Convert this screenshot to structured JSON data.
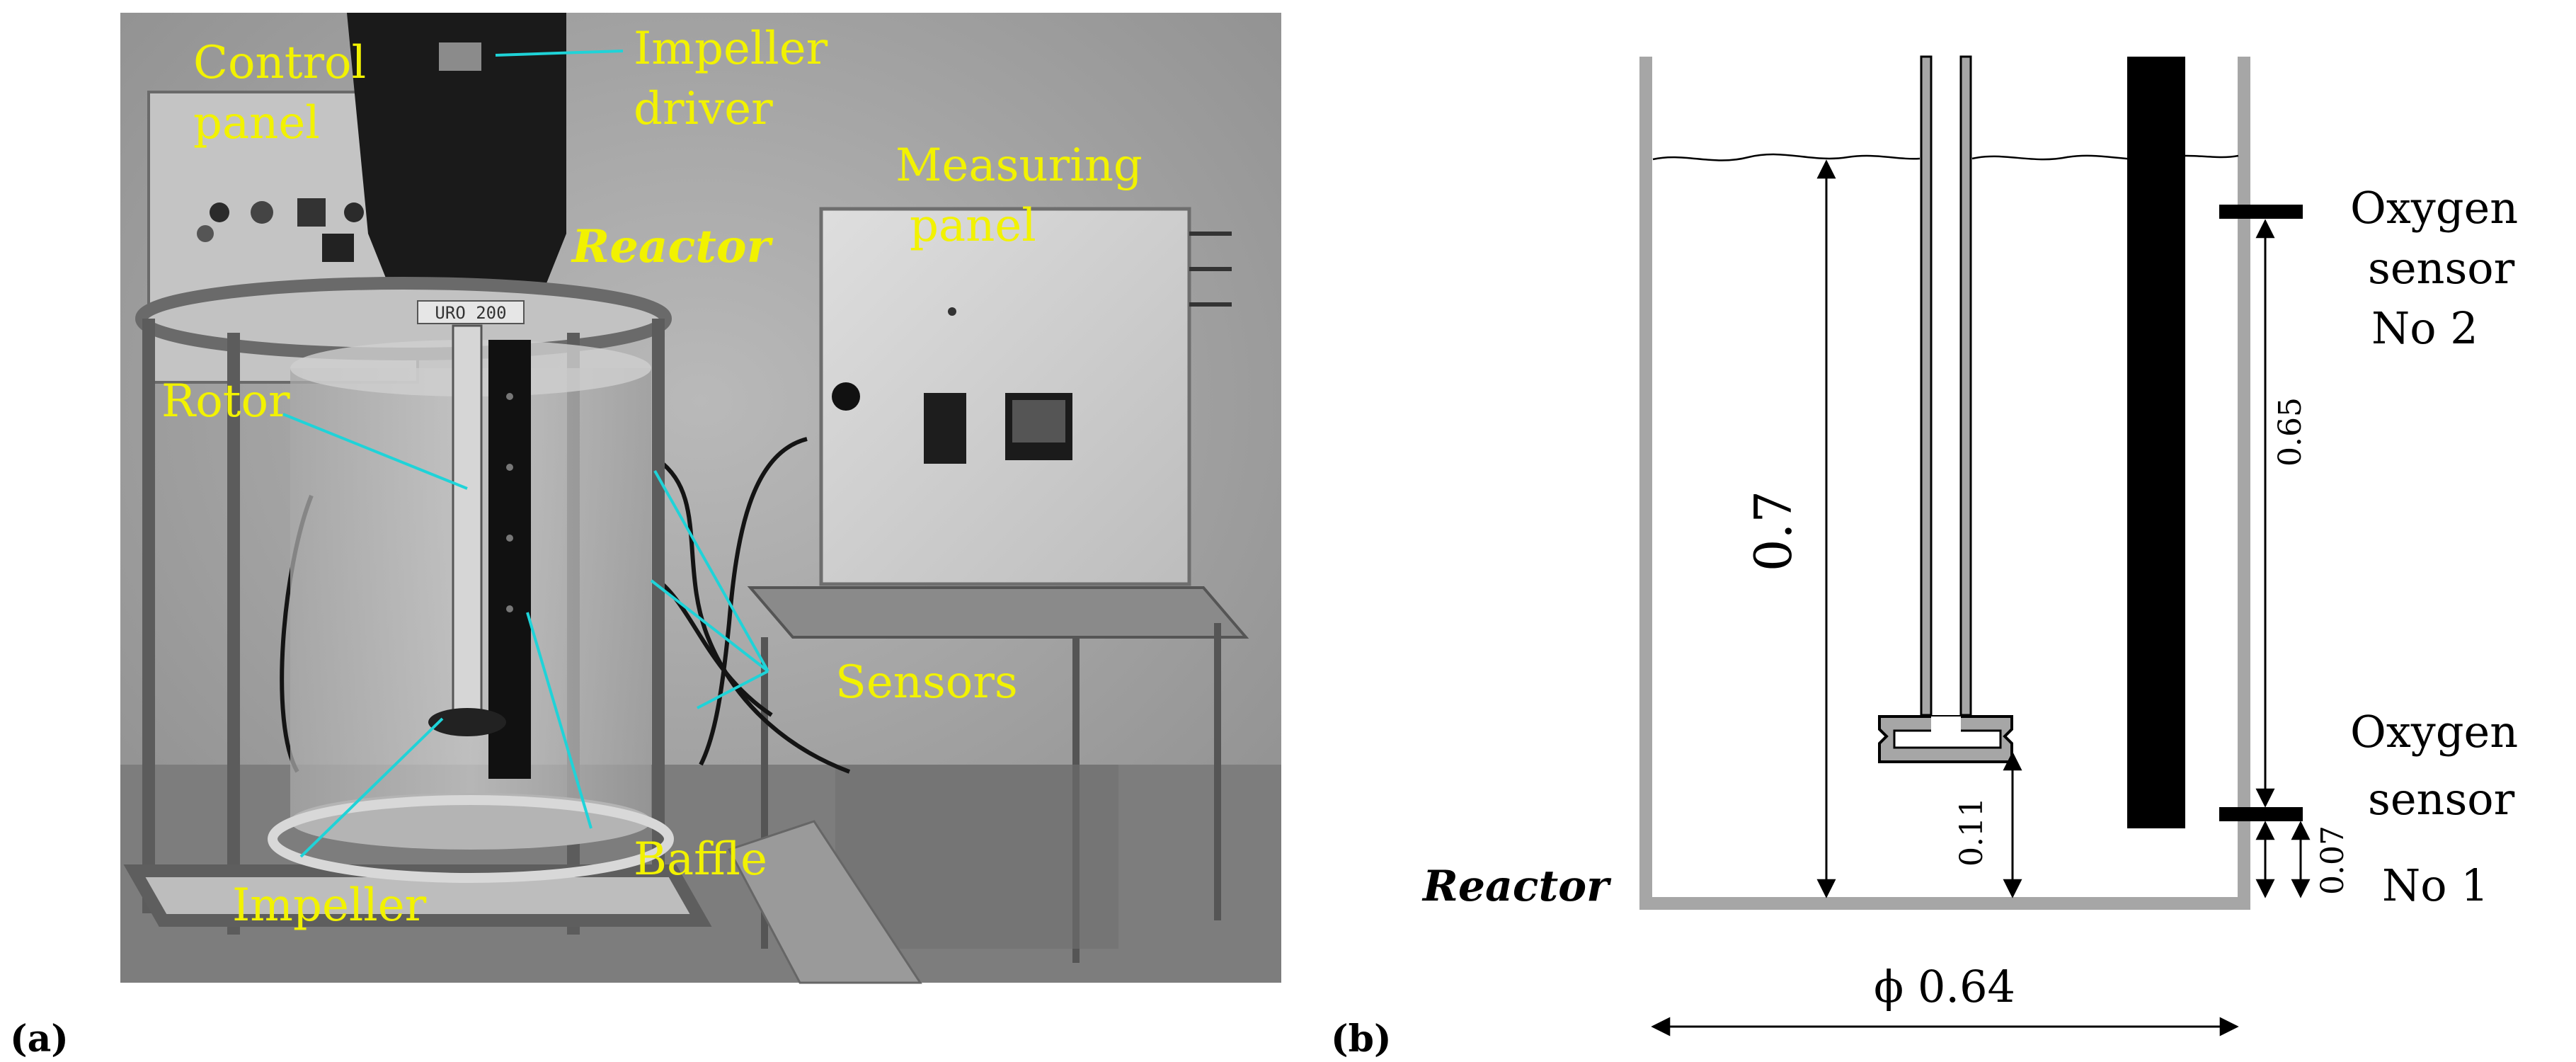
{
  "panel_a": {
    "label": "(a)",
    "labels": {
      "control_panel": [
        "Control",
        "panel"
      ],
      "impeller_driver": [
        "Impeller",
        "driver"
      ],
      "reactor": "Reactor",
      "measuring_panel": [
        "Measuring",
        "panel"
      ],
      "rotor": "Rotor",
      "sensors": "Sensors",
      "baffle": "Baffle",
      "impeller": "Impeller",
      "device_badge": "URO 200"
    },
    "label_color": "#f2f200",
    "leader_color": "#1fd3d8"
  },
  "panel_b": {
    "label": "(b)",
    "reactor_label": "Reactor",
    "dim_height": "0.7",
    "dim_impeller_clearance": "0.11",
    "dim_sensor2": "0.65",
    "dim_sensor1": "0.07",
    "dim_diameter": "ϕ 0.64",
    "sensor2": [
      "Oxygen",
      "sensor",
      "No 2"
    ],
    "sensor1": [
      "Oxygen",
      "sensor",
      "No 1"
    ],
    "wall_color": "#a6a6a6"
  }
}
